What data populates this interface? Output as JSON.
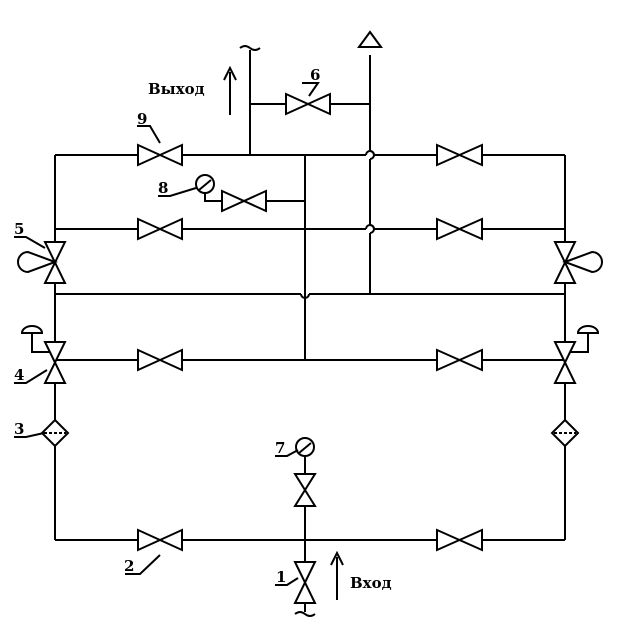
{
  "labels": {
    "outlet": "Выход",
    "inlet": "Вход"
  },
  "numbers": {
    "n1": "1",
    "n2": "2",
    "n3": "3",
    "n4": "4",
    "n5": "5",
    "n6": "6",
    "n7": "7",
    "n8": "8",
    "n9": "9"
  },
  "colors": {
    "line": "#000000",
    "background": "#ffffff"
  }
}
